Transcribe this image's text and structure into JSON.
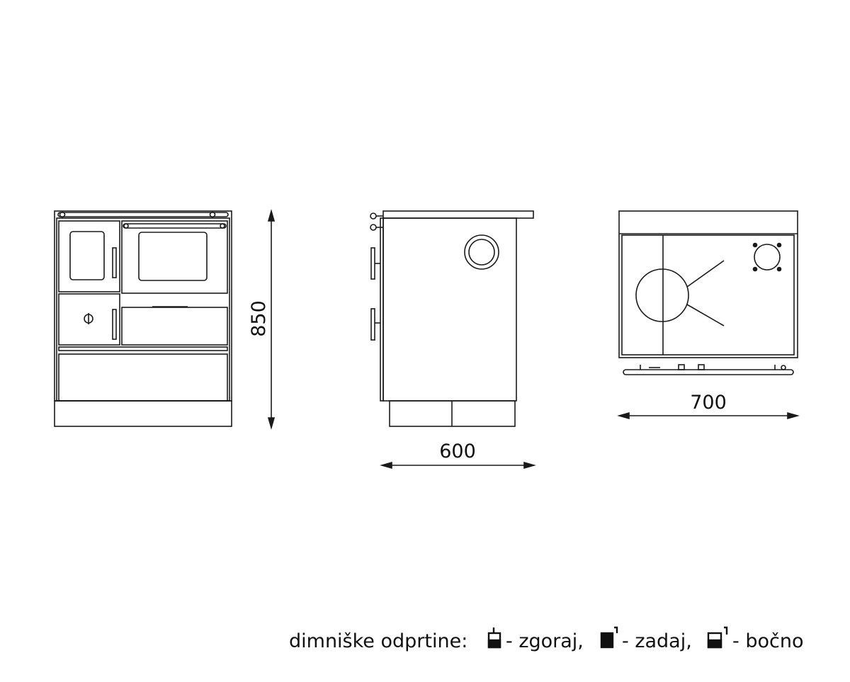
{
  "dimensions": {
    "height": "850",
    "depth": "600",
    "width": "700"
  },
  "legend": {
    "prefix": "dimniške odprtine:",
    "items": [
      {
        "icon": "flue-top-icon",
        "label": "- zgoraj,"
      },
      {
        "icon": "flue-rear-icon",
        "label": "- zadaj,"
      },
      {
        "icon": "flue-side-icon",
        "label": "- bočno"
      }
    ]
  },
  "colors": {
    "line": "#1a1a1a",
    "background": "#ffffff"
  }
}
